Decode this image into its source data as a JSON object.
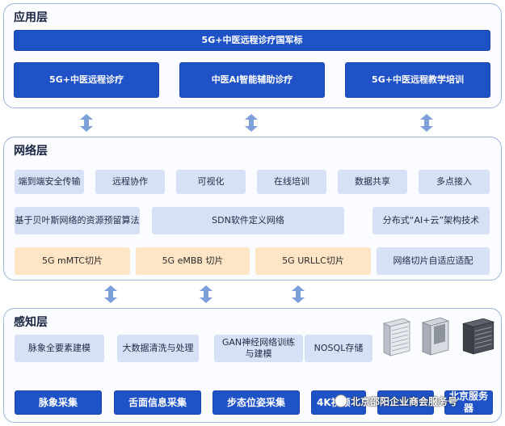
{
  "application_layer": {
    "title": "应用层",
    "banner": "5G+中医远程诊疗国军标",
    "modules": [
      "5G+中医远程诊疗",
      "中医AI智能辅助诊疗",
      "5G+中医远程教学培训"
    ]
  },
  "network_layer": {
    "title": "网络层",
    "row1": [
      "端到端安全传输",
      "远程协作",
      "可视化",
      "在线培训",
      "数据共享",
      "多点接入"
    ],
    "row2": [
      "基于贝叶斯网络的资源预留算法",
      "SDN软件定义网络",
      "分布式“AI+云”架构技术"
    ],
    "row3": [
      "5G mMTC切片",
      "5G eMBB 切片",
      "5G URLLC切片",
      "网络切片自适应适配"
    ]
  },
  "perception_layer": {
    "title": "感知层",
    "row1": [
      "脉象全要素建模",
      "大数据清洗与处理",
      "GAN神经网络训练\n与建模",
      "NOSQL存储"
    ],
    "row2": [
      "脉象采集",
      "舌面信息采集",
      "步态位姿采集",
      "4K视频",
      "",
      "北京服务器"
    ]
  },
  "watermark": "北京邵阳企业商会服务号",
  "colors": {
    "dark_blue": "#1f52c6",
    "light_blue": "#d6e1f5",
    "orange": "#fde5c6",
    "border": "#9fb4dc",
    "arrow": "#7ea0d8"
  },
  "icons": [
    "double-arrow-icon",
    "server-rack-icon"
  ]
}
